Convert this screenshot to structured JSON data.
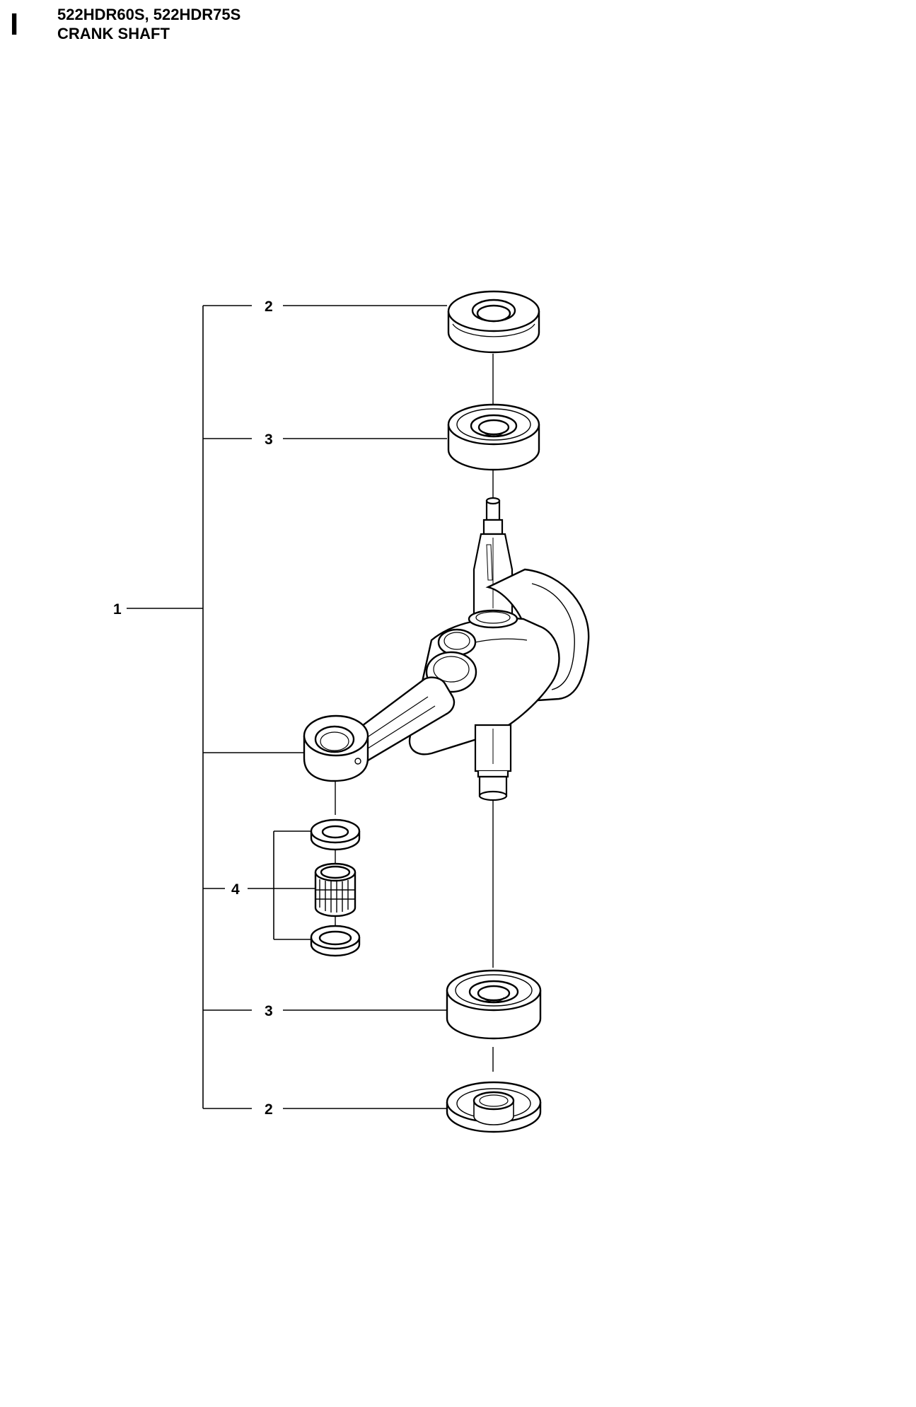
{
  "header": {
    "section_marker": "I",
    "models": "522HDR60S, 522HDR75S",
    "assembly_name": "CRANK SHAFT"
  },
  "callouts": {
    "assembly": "1",
    "seal_top": "2",
    "bearing_top": "3",
    "needle_kit": "4",
    "bearing_bottom": "3",
    "seal_bottom": "2"
  }
}
